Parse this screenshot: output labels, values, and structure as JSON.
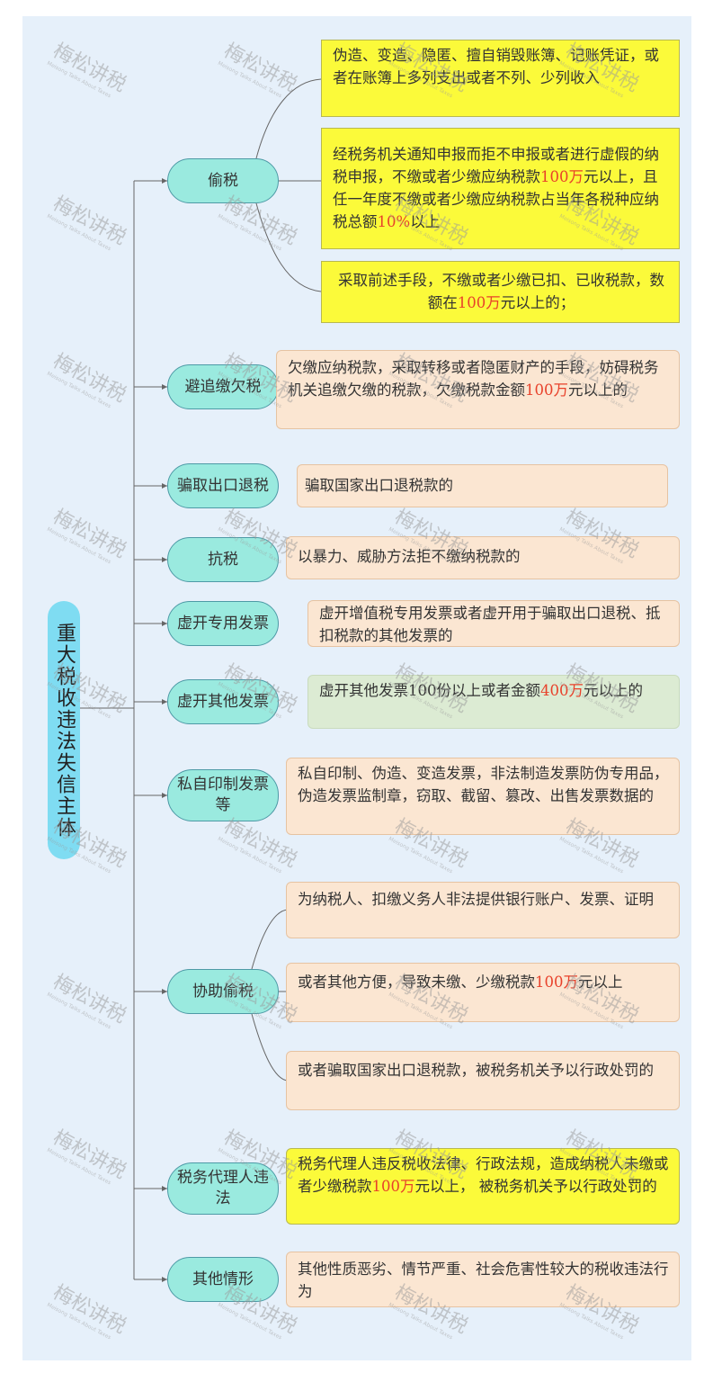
{
  "root": {
    "title": "重大税收违法失信主体"
  },
  "watermark": {
    "text": "梅松讲税",
    "subtext": "Meisong Talks About Taxes"
  },
  "colors": {
    "root": "#7fdcf2",
    "category": "#9aeadf",
    "yellow_leaf": "#fbfa3a",
    "orange_leaf": "#fbe6d2",
    "green_leaf": "#dcebd3",
    "highlight": "#e8412a"
  },
  "categories": [
    {
      "label": "偷税",
      "leaves": [
        {
          "parts": [
            "伪造、变造、隐匿、擅自销毁账簿、记账凭证，或者在账簿上多列支出或者不列、少列收入"
          ]
        },
        {
          "parts": [
            "经税务机关通知申报而拒不申报或者进行虚假的纳税申报，不缴或者少缴应纳税款",
            "100万",
            "元以上，且任一年度不缴或者少缴应纳税款占当年各税种应纳税总额",
            "10%",
            "以上"
          ]
        },
        {
          "parts": [
            "采取前述手段，不缴或者少缴已扣、已收税款，数额在",
            "100万",
            "元以上的；"
          ]
        }
      ]
    },
    {
      "label": "避追缴欠税",
      "leaves": [
        {
          "parts": [
            "欠缴应纳税款，采取转移或者隐匿财产的手段，妨碍税务机关追缴欠缴的税款，欠缴税款金额",
            "100万",
            "元以上的"
          ]
        }
      ]
    },
    {
      "label": "骗取出口退税",
      "leaves": [
        {
          "parts": [
            "骗取国家出口退税款的"
          ]
        }
      ]
    },
    {
      "label": "抗税",
      "leaves": [
        {
          "parts": [
            "以暴力、威胁方法拒不缴纳税款的"
          ]
        }
      ]
    },
    {
      "label": "虚开专用发票",
      "leaves": [
        {
          "parts": [
            "虚开增值税专用发票或者虚开用于骗取出口退税、抵扣税款的其他发票的"
          ]
        }
      ]
    },
    {
      "label": "虚开其他发票",
      "leaves": [
        {
          "parts": [
            "虚开其他发票100份以上或者金额",
            "400万",
            "元以上的"
          ]
        }
      ]
    },
    {
      "label": "私自印制发票等",
      "leaves": [
        {
          "parts": [
            "私自印制、伪造、变造发票，非法制造发票防伪专用品，伪造发票监制章，窃取、截留、篡改、出售发票数据的"
          ]
        }
      ]
    },
    {
      "label": "协助偷税",
      "leaves": [
        {
          "parts": [
            "为纳税人、扣缴义务人非法提供银行账户、发票、证明"
          ]
        },
        {
          "parts": [
            "或者其他方便，导致未缴、少缴税款",
            "100万",
            "元以上"
          ]
        },
        {
          "parts": [
            "或者骗取国家出口退税款，被税务机关予以行政处罚的"
          ]
        }
      ]
    },
    {
      "label": "税务代理人违法",
      "leaves": [
        {
          "parts": [
            "税务代理人违反税收法律、行政法规，造成纳税人未缴或者少缴税款",
            "100万",
            "元以上， 被税务机关予以行政处罚的"
          ]
        }
      ]
    },
    {
      "label": "其他情形",
      "leaves": [
        {
          "parts": [
            "其他性质恶劣、情节严重、社会危害性较大的税收违法行为"
          ]
        }
      ]
    }
  ]
}
